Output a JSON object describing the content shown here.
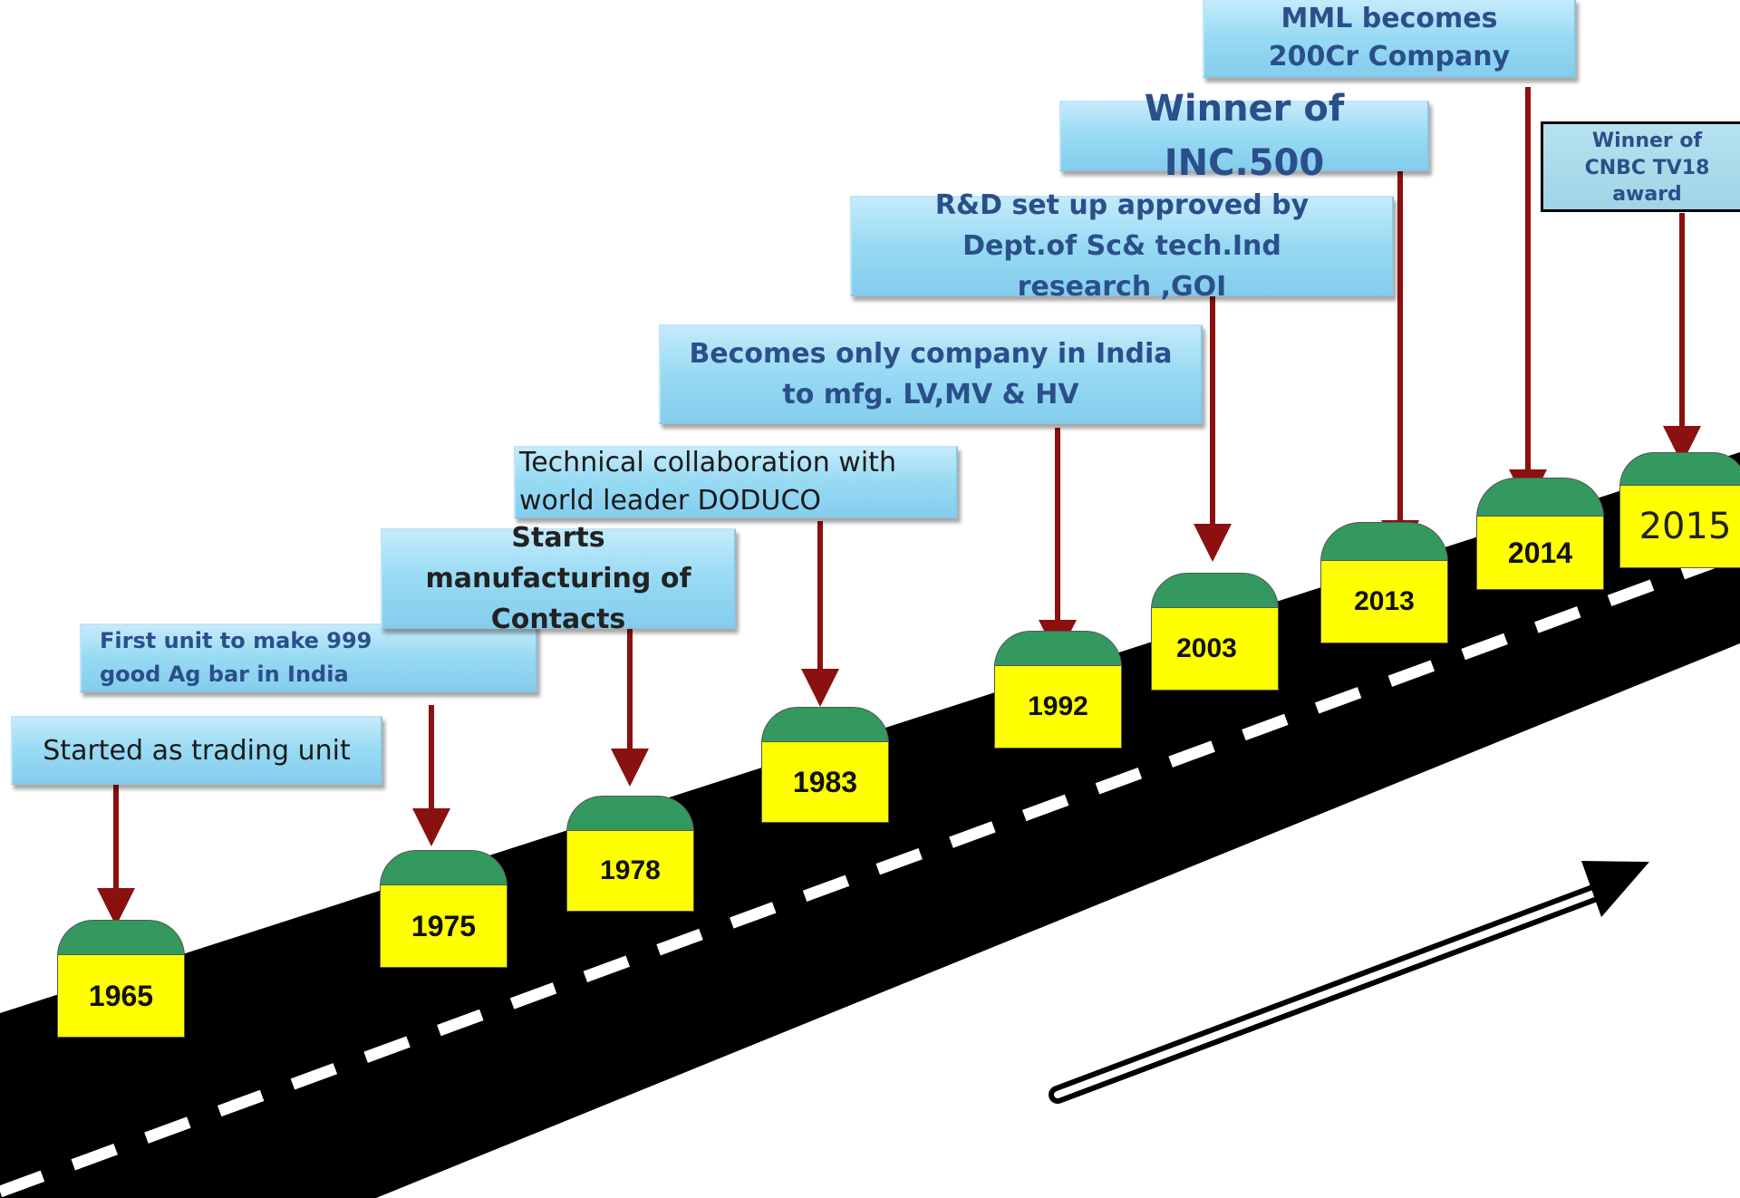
{
  "milestones": [
    {
      "year": "1965",
      "event": "Started as trading unit"
    },
    {
      "year": "1975",
      "event": "First unit to make 999 good Ag bar in India"
    },
    {
      "year": "1978",
      "event": "Starts manufacturing of Contacts"
    },
    {
      "year": "1983",
      "event": "Technical collaboration with world leader DODUCO"
    },
    {
      "year": "1992",
      "event": "Becomes only company in India to mfg. LV,MV & HV"
    },
    {
      "year": "2003",
      "event": "R&D set up approved by Dept.of Sc& tech.Ind research ,GOI"
    },
    {
      "year": "2013",
      "event": "Winner of INC.500"
    },
    {
      "year": "2014",
      "event": "MML becomes 200Cr Company"
    },
    {
      "year": "2015",
      "event": "Winner of CNBC TV18 award"
    }
  ],
  "colors": {
    "road": "#000000",
    "lane_marking": "#ffffff",
    "year_box": "#ffff00",
    "marker_dome": "#33995e",
    "event_box": "#97daf3",
    "event_text": "#2b4f8a",
    "connector_arrow": "#8b1010"
  },
  "icons": [
    "direction-arrow-icon"
  ]
}
